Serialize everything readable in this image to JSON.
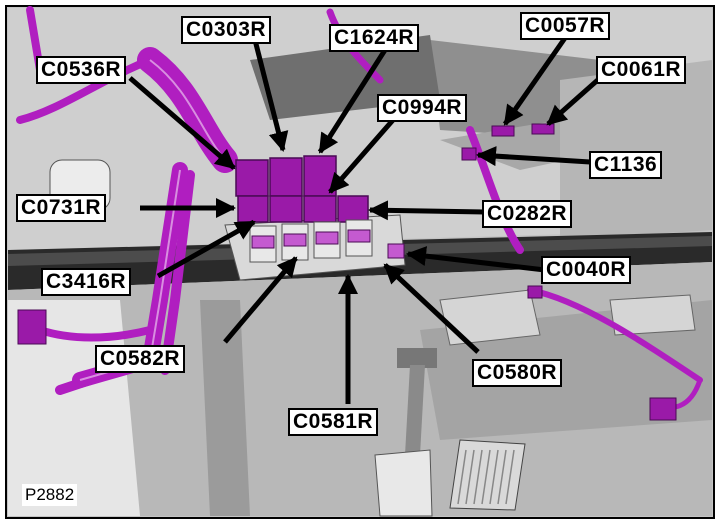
{
  "figure_id": "P2882",
  "callouts": {
    "c0303r": "C0303R",
    "c1624r": "C1624R",
    "c0057r": "C0057R",
    "c0536r": "C0536R",
    "c0061r": "C0061R",
    "c0994r": "C0994R",
    "c1136": "C1136",
    "c0731r": "C0731R",
    "c0282r": "C0282R",
    "c0040r": "C0040R",
    "c3416r": "C3416R",
    "c0582r": "C0582R",
    "c0580r": "C0580R",
    "c0581r": "C0581R"
  },
  "colors": {
    "harness": "#b01ec0",
    "connector": "#9a1aa8",
    "background": "#bfbfbf",
    "panel_dark": "#2a2a2a"
  }
}
